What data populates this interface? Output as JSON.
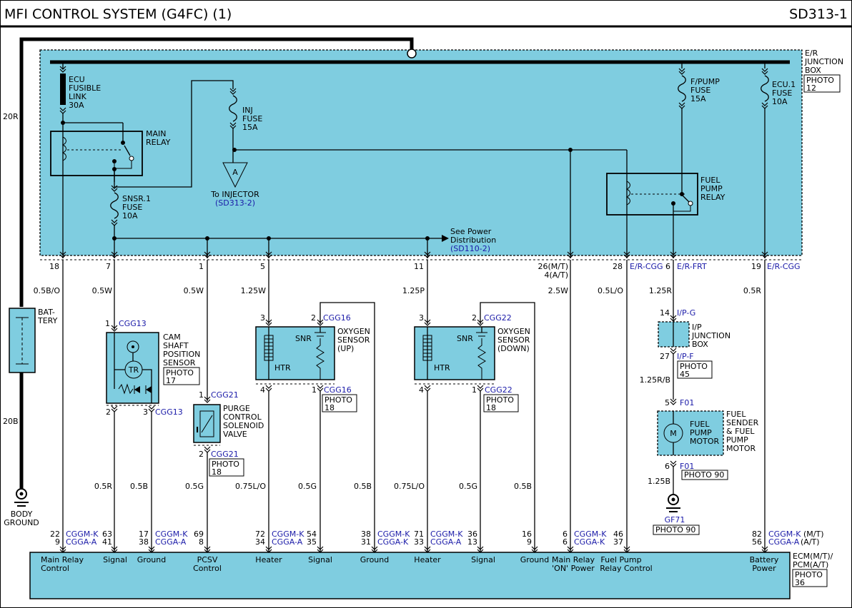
{
  "header": {
    "title": "MFI CONTROL SYSTEM (G4FC) (1)",
    "code": "SD313-1"
  },
  "junction_box": {
    "name": [
      "E/R",
      "JUNCTION",
      "BOX"
    ],
    "photo": [
      "PHOTO",
      "12"
    ]
  },
  "fuses": {
    "ecu_fusible": [
      "ECU",
      "FUSIBLE",
      "LINK",
      "30A"
    ],
    "inj": [
      "INJ",
      "FUSE",
      "15A"
    ],
    "snsr1": [
      "SNSR.1",
      "FUSE",
      "10A"
    ],
    "fpump": [
      "F/PUMP",
      "FUSE",
      "15A"
    ],
    "ecu1": [
      "ECU.1",
      "FUSE",
      "10A"
    ]
  },
  "relays": {
    "main": [
      "MAIN",
      "RELAY"
    ],
    "fuel_pump": [
      "FUEL",
      "PUMP",
      "RELAY"
    ]
  },
  "injector": {
    "connector": "A",
    "label": "To INJECTOR",
    "ref": "(SD313-2)"
  },
  "power_dist": {
    "label": [
      "See Power",
      "Distribution"
    ],
    "ref": "(SD110-2)"
  },
  "battery": {
    "label": [
      "BAT-",
      "TERY"
    ],
    "wire_top": "20R",
    "wire_bottom": "20B"
  },
  "body_ground": [
    "BODY",
    "GROUND"
  ],
  "jb_pins": [
    {
      "pin": "18",
      "wire": "0.5B/O"
    },
    {
      "pin": "7",
      "wire": "0.5W"
    },
    {
      "pin": "1",
      "wire": "0.5W"
    },
    {
      "pin": "5",
      "wire": "1.25W"
    },
    {
      "pin": "11",
      "wire": "1.25P"
    },
    {
      "pin": [
        "26(M/T)",
        "4(A/T)"
      ],
      "wire": "2.5W"
    },
    {
      "pin": "28",
      "conn": "E/R-CGG",
      "wire": "0.5L/O"
    },
    {
      "pin": "6",
      "conn": "E/R-FRT",
      "wire": "1.25R"
    },
    {
      "pin": "19",
      "conn": "E/R-CGG",
      "wire": "0.5R"
    }
  ],
  "cam_sensor": {
    "name": [
      "CAM",
      "SHAFT",
      "POSITION",
      "SENSOR"
    ],
    "photo": [
      "PHOTO",
      "17"
    ],
    "conn": "CGG13",
    "pin_top": "1",
    "pin_l": "2",
    "pin_r": "3",
    "conn_bottom": "CGG13",
    "tr": "TR"
  },
  "pcsv": {
    "name": [
      "PURGE",
      "CONTROL",
      "SOLENOID",
      "VALVE"
    ],
    "photo": [
      "PHOTO",
      "18"
    ],
    "conn_top": "CGG21",
    "pin_top": "1",
    "conn_bottom": "CGG21",
    "pin_bottom": "2"
  },
  "o2_up": {
    "name": [
      "OXYGEN",
      "SENSOR",
      "(UP)"
    ],
    "photo": [
      "PHOTO",
      "18"
    ],
    "conn": "CGG16",
    "pins": [
      "3",
      "2",
      "4",
      "1"
    ],
    "snr": "SNR",
    "htr": "HTR"
  },
  "o2_down": {
    "name": [
      "OXYGEN",
      "SENSOR",
      "(DOWN)"
    ],
    "photo": [
      "PHOTO",
      "18"
    ],
    "conn": "CGG22",
    "pins": [
      "3",
      "2",
      "4",
      "1"
    ],
    "snr": "SNR",
    "htr": "HTR"
  },
  "ip_box": {
    "name": [
      "I/P",
      "JUNCTION",
      "BOX"
    ],
    "photo": [
      "PHOTO",
      "45"
    ],
    "pin_top": "14",
    "conn_top": "I/P-G",
    "pin_bottom": "27",
    "conn_bottom": "I/P-F",
    "wire": "1.25R/B"
  },
  "fuel_motor": {
    "name": [
      "FUEL",
      "SENDER",
      "& FUEL",
      "PUMP",
      "MOTOR"
    ],
    "inner": [
      "FUEL",
      "PUMP",
      "MOTOR"
    ],
    "pin_top": "5",
    "conn_top": "F01",
    "pin_bottom": "6",
    "conn_bottom": "F01",
    "photo": "PHOTO 90",
    "wire": "1.25B",
    "ground": "GF71",
    "ground_photo": "PHOTO 90"
  },
  "mid_wires": [
    "0.5R",
    "0.5B",
    "0.5G",
    "0.75L/O",
    "0.5G",
    "0.5B",
    "0.75L/O",
    "0.5G",
    "0.5B"
  ],
  "ecm_pins": [
    {
      "a": "22",
      "b": "9"
    },
    {
      "a": "63",
      "b": "41"
    },
    {
      "a": "17",
      "b": "38"
    },
    {
      "a": "69",
      "b": "8"
    },
    {
      "a": "72",
      "b": "34"
    },
    {
      "a": "54",
      "b": "35"
    },
    {
      "a": "38",
      "b": "31"
    },
    {
      "a": "71",
      "b": "33"
    },
    {
      "a": "36",
      "b": "13"
    },
    {
      "a": "16",
      "b": "9"
    },
    {
      "a": "6",
      "b": "6"
    },
    {
      "a": "46",
      "b": "37"
    },
    {
      "a": "82",
      "b": "56"
    }
  ],
  "ecm_conns": {
    "k": "CGGM-K",
    "a": "CGGA-A",
    "a2": "CGGA-K",
    "mt": "(M/T)",
    "at": "(A/T)"
  },
  "ecm": {
    "name": [
      "ECM(M/T)/",
      "PCM(A/T)"
    ],
    "photo": [
      "PHOTO",
      "36"
    ],
    "labels": [
      [
        "Main Relay",
        "Control"
      ],
      [
        "Signal"
      ],
      [
        "Ground"
      ],
      [
        "PCSV",
        "Control"
      ],
      [
        "Heater"
      ],
      [
        "Signal"
      ],
      [
        "Ground"
      ],
      [
        "Heater"
      ],
      [
        "Signal"
      ],
      [
        "Ground"
      ],
      [
        "Main Relay",
        "'ON' Power"
      ],
      [
        "Fuel Pump",
        "Relay Control"
      ],
      [
        "Battery",
        "Power"
      ]
    ]
  }
}
